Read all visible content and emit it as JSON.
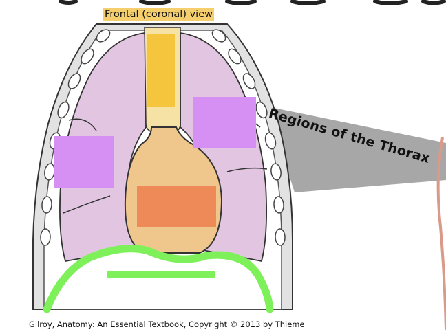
{
  "figure": {
    "view_label": "Frontal (coronal) view",
    "banner_title": "Regions of the Thorax",
    "credit": "Gilroy, Anatomy: An Essential Textbook, Copyright © 2013 by Thieme"
  },
  "colors": {
    "lung": "#e2c6e1",
    "mediastinum_light": "#f7e2a5",
    "heart": "#efc68b",
    "trachea_label_box": "#f5c53e",
    "label_box_violet": "#d68ff2",
    "label_box_orange": "#ee8a58",
    "diaphragm_line": "#7df05a",
    "rib": "#e2e2e2",
    "outline": "#333333",
    "banner": "#a7a7a7"
  }
}
